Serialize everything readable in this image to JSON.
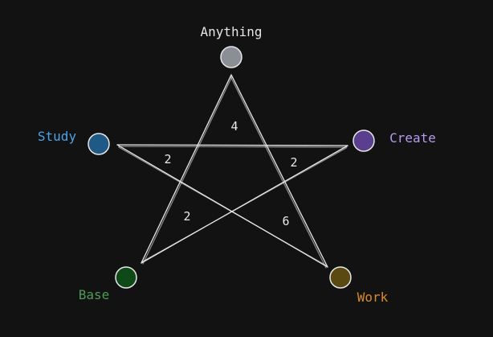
{
  "nodes": [
    {
      "id": "anything",
      "label": "Anything",
      "fill": "#8a8f96",
      "label_color": "#e6e6e6"
    },
    {
      "id": "study",
      "label": "Study",
      "fill": "#1f5a86",
      "label_color": "#4da3e6"
    },
    {
      "id": "create",
      "label": "Create",
      "fill": "#5a3f8e",
      "label_color": "#b59af0"
    },
    {
      "id": "base",
      "label": "Base",
      "fill": "#0e4a18",
      "label_color": "#4f9a58"
    },
    {
      "id": "work",
      "label": "Work",
      "fill": "#5a4a12",
      "label_color": "#d98a2b"
    }
  ],
  "regions": [
    {
      "id": "top",
      "value": "4"
    },
    {
      "id": "upper-left",
      "value": "2"
    },
    {
      "id": "upper-right",
      "value": "2"
    },
    {
      "id": "lower-left",
      "value": "2"
    },
    {
      "id": "lower-right",
      "value": "6"
    }
  ],
  "colors": {
    "background": "#121212",
    "line": "#e8e8e8",
    "node_stroke": "#e8e8e8"
  }
}
